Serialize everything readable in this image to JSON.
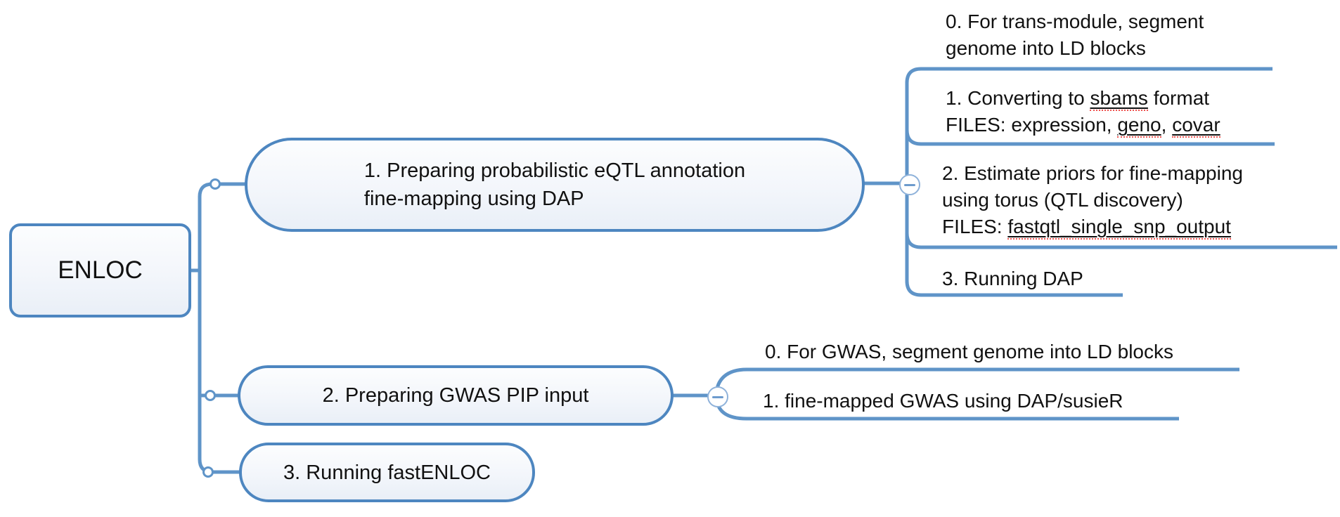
{
  "diagram": {
    "root": {
      "label": "ENLOC"
    },
    "branches": [
      {
        "label_lines": [
          "1. Preparing probabilistic eQTL annotation",
          "fine-mapping using DAP"
        ],
        "collapse_icon": "minus-icon",
        "children": [
          {
            "lines": [
              [
                "0. For trans-module, segment"
              ],
              [
                "genome into LD blocks"
              ]
            ]
          },
          {
            "lines": [
              [
                "1. Converting to ",
                "sbams",
                " format"
              ],
              [
                "FILES: expression, ",
                "geno",
                ", ",
                "covar"
              ]
            ]
          },
          {
            "lines": [
              [
                "2. Estimate priors for fine-mapping"
              ],
              [
                "using torus (QTL discovery)"
              ],
              [
                "FILES: ",
                "fastqtl_single_snp_output"
              ]
            ]
          },
          {
            "lines": [
              [
                "3. Running DAP"
              ]
            ]
          }
        ]
      },
      {
        "label_lines": [
          "2. Preparing GWAS PIP input"
        ],
        "collapse_icon": "minus-icon",
        "children": [
          {
            "lines": [
              [
                "0. For GWAS, segment genome into LD blocks"
              ]
            ]
          },
          {
            "lines": [
              [
                "1. fine-mapped GWAS using DAP/susieR"
              ]
            ]
          }
        ]
      },
      {
        "label_lines": [
          "3. Running fastENLOC"
        ],
        "children": []
      }
    ],
    "colors": {
      "branch_line": "#5f94c8",
      "node_border": "#4d86c0",
      "node_fill_top": "#fcfdfe",
      "node_fill_bottom": "#e9eff7",
      "text": "#111111",
      "spellcheck_underline": "#ef5350"
    }
  }
}
